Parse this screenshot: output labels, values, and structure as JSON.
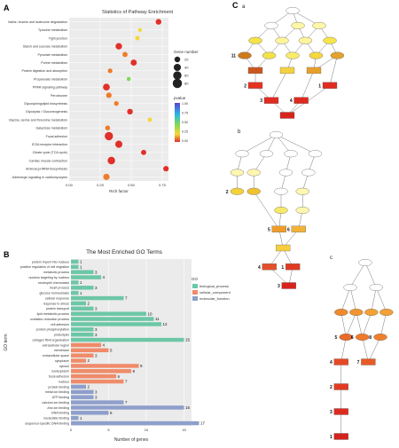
{
  "figure": {
    "panel_a": {
      "letter": "A",
      "title": "Statistics of Pathway Enrichment",
      "xlabel": "Rich factor",
      "legend_size_title": "Gene number",
      "legend_size_items": [
        "20",
        "40",
        "60",
        "80"
      ],
      "legend_color_title": "pvalue",
      "legend_color_ticks": [
        "1.00",
        "0.75",
        "0.50",
        "0.25",
        "0.00"
      ]
    },
    "panel_b": {
      "letter": "B",
      "title": "The Most Enriched GO Terms",
      "xlabel": "Number of genes",
      "ylabel": "GO term",
      "legend_title": "GO",
      "legend_items": [
        {
          "label": "biological_process",
          "color": "#6cc7a6"
        },
        {
          "label": "cellular_component",
          "color": "#f08b6a"
        },
        {
          "label": "molecular_function",
          "color": "#8e9fcb"
        }
      ]
    },
    "panel_c": {
      "letter": "C",
      "sub_a": "a",
      "sub_b": "b",
      "sub_c": "c"
    }
  },
  "chart_data": [
    {
      "type": "scatter",
      "title": "Statistics of Pathway Enrichment",
      "xlabel": "Rich factor",
      "ylabel": "",
      "xlim": [
        0.0,
        0.8
      ],
      "xticks": [
        "0.00",
        "0.25",
        "0.50",
        "0.75"
      ],
      "categories": [
        "Valine, leucine and isoleucine degradation",
        "Tyrosine metabolism",
        "Tight junction",
        "Starch and sucrose metabolism",
        "Pyruvate metabolism",
        "Purine metabolism",
        "Protein digestion and absorption",
        "Propanoate metabolism",
        "PPAR signaling pathway",
        "Peroxisome",
        "Glycosphingolipid biosynthesis",
        "Glycolysis / Gluconeogenesis",
        "Glycine, serine and threonine metabolism",
        "Galactose metabolism",
        "Focal adhesion",
        "ECM-receptor interaction",
        "Citrate cycle (TCA cycle)",
        "Cardiac muscle contraction",
        "Aminoacyl-tRNA biosynthesis",
        "Adrenergic signaling in cardiomyocytes"
      ],
      "rich_factor": [
        0.72,
        0.57,
        0.55,
        0.4,
        0.45,
        0.52,
        0.33,
        0.48,
        0.3,
        0.32,
        0.38,
        0.49,
        0.65,
        0.31,
        0.32,
        0.4,
        0.6,
        0.34,
        0.78,
        0.3
      ],
      "gene_number": [
        20,
        5,
        8,
        30,
        15,
        25,
        10,
        6,
        35,
        18,
        10,
        20,
        8,
        12,
        60,
        40,
        15,
        45,
        18,
        28
      ],
      "pvalue": [
        0.02,
        0.2,
        0.15,
        0.03,
        0.05,
        0.02,
        0.1,
        0.3,
        0.01,
        0.1,
        0.08,
        0.03,
        0.2,
        0.08,
        0.0,
        0.01,
        0.02,
        0.01,
        0.03,
        0.05
      ]
    },
    {
      "type": "bar",
      "orientation": "horizontal",
      "title": "The Most Enriched GO Terms",
      "xlabel": "Number of genes",
      "ylabel": "GO term",
      "xlim": [
        0,
        16
      ],
      "categories": [
        "protein import into nucleus",
        "positive regulation of cell migration",
        "metabolic process",
        "nucleus targeting by nucleus",
        "neutrophil chemotaxis",
        "heart process",
        "glucose homeostasis",
        "cellular response",
        "response to stress",
        "protein transport",
        "lipid metabolic process",
        "oxidation-reduction process",
        "cell adhesion",
        "protein phosphorylation",
        "proteolysis",
        "collagen fibril organization",
        "extracellular region",
        "membrane",
        "extracellular space",
        "cytoplasm",
        "cytosol",
        "nucleoplasm",
        "focal adhesion",
        "nucleus",
        "protein binding",
        "metal ion binding",
        "ATP binding",
        "calcium ion binding",
        "zinc ion binding",
        "DNA binding",
        "nucleotide binding",
        "sequence-specific DNA binding"
      ],
      "values": [
        1,
        1,
        3,
        4,
        1,
        3,
        1,
        7,
        2,
        3,
        10,
        11,
        12,
        3,
        3,
        15,
        4,
        5,
        3,
        2,
        9,
        8,
        6,
        7,
        2,
        3,
        3,
        7,
        15,
        5,
        1,
        17
      ],
      "groups": [
        "biological_process",
        "biological_process",
        "biological_process",
        "biological_process",
        "biological_process",
        "biological_process",
        "biological_process",
        "biological_process",
        "biological_process",
        "biological_process",
        "biological_process",
        "biological_process",
        "biological_process",
        "biological_process",
        "biological_process",
        "biological_process",
        "cellular_component",
        "cellular_component",
        "cellular_component",
        "cellular_component",
        "cellular_component",
        "cellular_component",
        "cellular_component",
        "cellular_component",
        "molecular_function",
        "molecular_function",
        "molecular_function",
        "molecular_function",
        "molecular_function",
        "molecular_function",
        "molecular_function",
        "molecular_function"
      ]
    }
  ],
  "networks": [
    {
      "id": "a",
      "nodes": [
        {
          "label": "",
          "col": 0.5,
          "row": 0,
          "color": "#ffffff"
        },
        {
          "label": "",
          "col": 0.3,
          "row": 1,
          "color": "#ffffff"
        },
        {
          "label": "",
          "col": 0.55,
          "row": 1,
          "color": "#fff7a8"
        },
        {
          "label": "",
          "col": 0.75,
          "row": 1,
          "color": "#fff7a8"
        },
        {
          "label": "",
          "col": 0.15,
          "row": 2,
          "color": "#f5e24a"
        },
        {
          "label": "",
          "col": 0.4,
          "row": 2,
          "color": "#fff59a"
        },
        {
          "label": "",
          "col": 0.62,
          "row": 2,
          "color": "#fff59a"
        },
        {
          "label": "",
          "col": 0.85,
          "row": 2,
          "color": "#f6e64c"
        },
        {
          "label": "11",
          "col": 0.05,
          "row": 3,
          "color": "#cf7a1d"
        },
        {
          "label": "",
          "col": 0.28,
          "row": 3,
          "color": "#f4e14a"
        },
        {
          "label": "",
          "col": 0.5,
          "row": 3,
          "color": "#f8ec6a"
        },
        {
          "label": "",
          "col": 0.72,
          "row": 3,
          "color": "#f4d83f"
        },
        {
          "label": "",
          "col": 0.92,
          "row": 3,
          "color": "#e2a32c"
        },
        {
          "label": "",
          "col": 0.15,
          "row": 4,
          "color": "#c9581e"
        },
        {
          "label": "",
          "col": 0.45,
          "row": 4,
          "color": "#f3d241"
        },
        {
          "label": "",
          "col": 0.7,
          "row": 4,
          "color": "#e89f2c"
        },
        {
          "label": "2",
          "col": 0.15,
          "row": 5,
          "color": "#e53322"
        },
        {
          "label": "1",
          "col": 0.85,
          "row": 5,
          "color": "#e12c21"
        },
        {
          "label": "3",
          "col": 0.3,
          "row": 6,
          "color": "#e12a20"
        },
        {
          "label": "4",
          "col": 0.58,
          "row": 6,
          "color": "#df291f"
        },
        {
          "label": "",
          "col": 0.45,
          "row": 7,
          "color": "#d8231d"
        }
      ],
      "edges": [
        [
          0,
          1
        ],
        [
          0,
          2
        ],
        [
          0,
          3
        ],
        [
          1,
          4
        ],
        [
          1,
          5
        ],
        [
          2,
          5
        ],
        [
          2,
          6
        ],
        [
          3,
          6
        ],
        [
          3,
          7
        ],
        [
          4,
          8
        ],
        [
          4,
          9
        ],
        [
          5,
          9
        ],
        [
          5,
          10
        ],
        [
          6,
          10
        ],
        [
          6,
          11
        ],
        [
          7,
          11
        ],
        [
          7,
          12
        ],
        [
          8,
          13
        ],
        [
          9,
          13
        ],
        [
          10,
          14
        ],
        [
          11,
          15
        ],
        [
          12,
          15
        ],
        [
          13,
          16
        ],
        [
          14,
          18
        ],
        [
          15,
          19
        ],
        [
          12,
          17
        ],
        [
          16,
          18
        ],
        [
          18,
          20
        ],
        [
          19,
          20
        ],
        [
          17,
          20
        ]
      ]
    },
    {
      "id": "b",
      "nodes": [
        {
          "label": "",
          "col": 0.45,
          "row": 0,
          "color": "#ffffff"
        },
        {
          "label": "",
          "col": 0.1,
          "row": 1,
          "color": "#ffffff"
        },
        {
          "label": "",
          "col": 0.35,
          "row": 1,
          "color": "#ffffff"
        },
        {
          "label": "",
          "col": 0.6,
          "row": 1,
          "color": "#ffffff"
        },
        {
          "label": "",
          "col": 0.85,
          "row": 1,
          "color": "#ffffff"
        },
        {
          "label": "",
          "col": 0.05,
          "row": 2,
          "color": "#fff6b0"
        },
        {
          "label": "",
          "col": 0.22,
          "row": 2,
          "color": "#fff6b0"
        },
        {
          "label": "",
          "col": 0.55,
          "row": 2,
          "color": "#ffffff"
        },
        {
          "label": "",
          "col": 0.78,
          "row": 2,
          "color": "#ffffff"
        },
        {
          "label": "2",
          "col": 0.05,
          "row": 3,
          "color": "#f3d23a"
        },
        {
          "label": "",
          "col": 0.22,
          "row": 3,
          "color": "#f0c230"
        },
        {
          "label": "",
          "col": 0.5,
          "row": 3,
          "color": "#ffffff"
        },
        {
          "label": "",
          "col": 0.72,
          "row": 3,
          "color": "#fff6b0"
        },
        {
          "label": "",
          "col": 0.5,
          "row": 4,
          "color": "#f7e86a"
        },
        {
          "label": "",
          "col": 0.72,
          "row": 4,
          "color": "#fff6b0"
        },
        {
          "label": "5",
          "col": 0.48,
          "row": 5,
          "color": "#ef9c2b"
        },
        {
          "label": "6",
          "col": 0.68,
          "row": 5,
          "color": "#f2b13a"
        },
        {
          "label": "",
          "col": 0.52,
          "row": 6,
          "color": "#f5cf3d"
        },
        {
          "label": "4",
          "col": 0.38,
          "row": 7,
          "color": "#e3502a"
        },
        {
          "label": "1",
          "col": 0.62,
          "row": 7,
          "color": "#df3a22"
        },
        {
          "label": "3",
          "col": 0.58,
          "row": 8,
          "color": "#d8221c"
        }
      ],
      "edges": [
        [
          0,
          1
        ],
        [
          0,
          2
        ],
        [
          0,
          3
        ],
        [
          0,
          4
        ],
        [
          1,
          5
        ],
        [
          2,
          6
        ],
        [
          3,
          7
        ],
        [
          4,
          8
        ],
        [
          5,
          9
        ],
        [
          6,
          10
        ],
        [
          7,
          11
        ],
        [
          8,
          12
        ],
        [
          11,
          13
        ],
        [
          12,
          14
        ],
        [
          13,
          15
        ],
        [
          14,
          16
        ],
        [
          15,
          17
        ],
        [
          16,
          17
        ],
        [
          17,
          18
        ],
        [
          17,
          19
        ],
        [
          19,
          20
        ],
        [
          18,
          20
        ],
        [
          10,
          15
        ]
      ]
    },
    {
      "id": "c",
      "nodes": [
        {
          "label": "",
          "col": 0.5,
          "row": 0,
          "color": "#ffffff"
        },
        {
          "label": "",
          "col": 0.25,
          "row": 1,
          "color": "#ffffff"
        },
        {
          "label": "",
          "col": 0.68,
          "row": 1,
          "color": "#ffffff"
        },
        {
          "label": "",
          "col": 0.1,
          "row": 2,
          "color": "#f08a2c"
        },
        {
          "label": "",
          "col": 0.35,
          "row": 2,
          "color": "#f19530"
        },
        {
          "label": "",
          "col": 0.6,
          "row": 2,
          "color": "#f4a236"
        },
        {
          "label": "",
          "col": 0.85,
          "row": 2,
          "color": "#f3a036"
        },
        {
          "label": "5",
          "col": 0.18,
          "row": 3,
          "color": "#ea6a28"
        },
        {
          "label": "6",
          "col": 0.45,
          "row": 3,
          "color": "#f07a2a"
        },
        {
          "label": "8",
          "col": 0.75,
          "row": 3,
          "color": "#f07f2c"
        },
        {
          "label": "4",
          "col": 0.1,
          "row": 4,
          "color": "#e64926"
        },
        {
          "label": "7",
          "col": 0.55,
          "row": 4,
          "color": "#e85a26"
        },
        {
          "label": "2",
          "col": 0.1,
          "row": 5,
          "color": "#e23a22"
        },
        {
          "label": "3",
          "col": 0.1,
          "row": 6,
          "color": "#dc2c1f"
        },
        {
          "label": "1",
          "col": 0.1,
          "row": 7,
          "color": "#d4221c"
        }
      ],
      "edges": [
        [
          0,
          1
        ],
        [
          0,
          2
        ],
        [
          1,
          3
        ],
        [
          1,
          4
        ],
        [
          2,
          5
        ],
        [
          2,
          6
        ],
        [
          3,
          7
        ],
        [
          4,
          7
        ],
        [
          4,
          8
        ],
        [
          5,
          8
        ],
        [
          6,
          9
        ],
        [
          7,
          10
        ],
        [
          8,
          11
        ],
        [
          9,
          11
        ],
        [
          10,
          12
        ],
        [
          12,
          13
        ],
        [
          13,
          14
        ]
      ]
    }
  ]
}
